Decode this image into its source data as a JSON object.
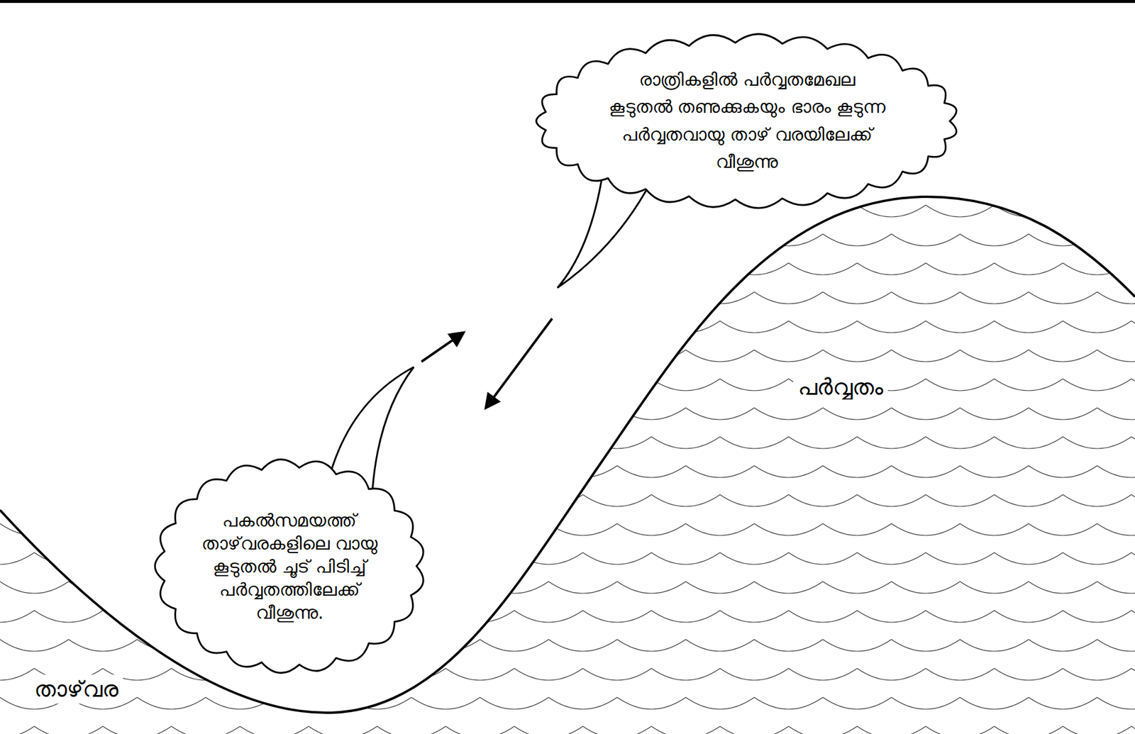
{
  "diagram": {
    "nodes": [
      {
        "text": [
          "രാത്രികളിൽ പർവ്വതമേഖല കൂടുതൽ തണുക്കുകയും ഭാരം കൂടുന്ന പർവ്വതവായു താഴ് വരയിലേക്ക് വീശുന്നു"
        ]
      },
      {
        "text": [
          "പകൽസമയത്ത് താഴ്‌വരകളിലെ വായു കൂടുതൽ ചൂട് പിടിച്ച് പർവ്വതത്തിലേക്ക് വീശുന്നു."
        ]
      }
    ],
    "labels": [
      "പർവ്വതം",
      "താഴ്‌വര"
    ]
  }
}
